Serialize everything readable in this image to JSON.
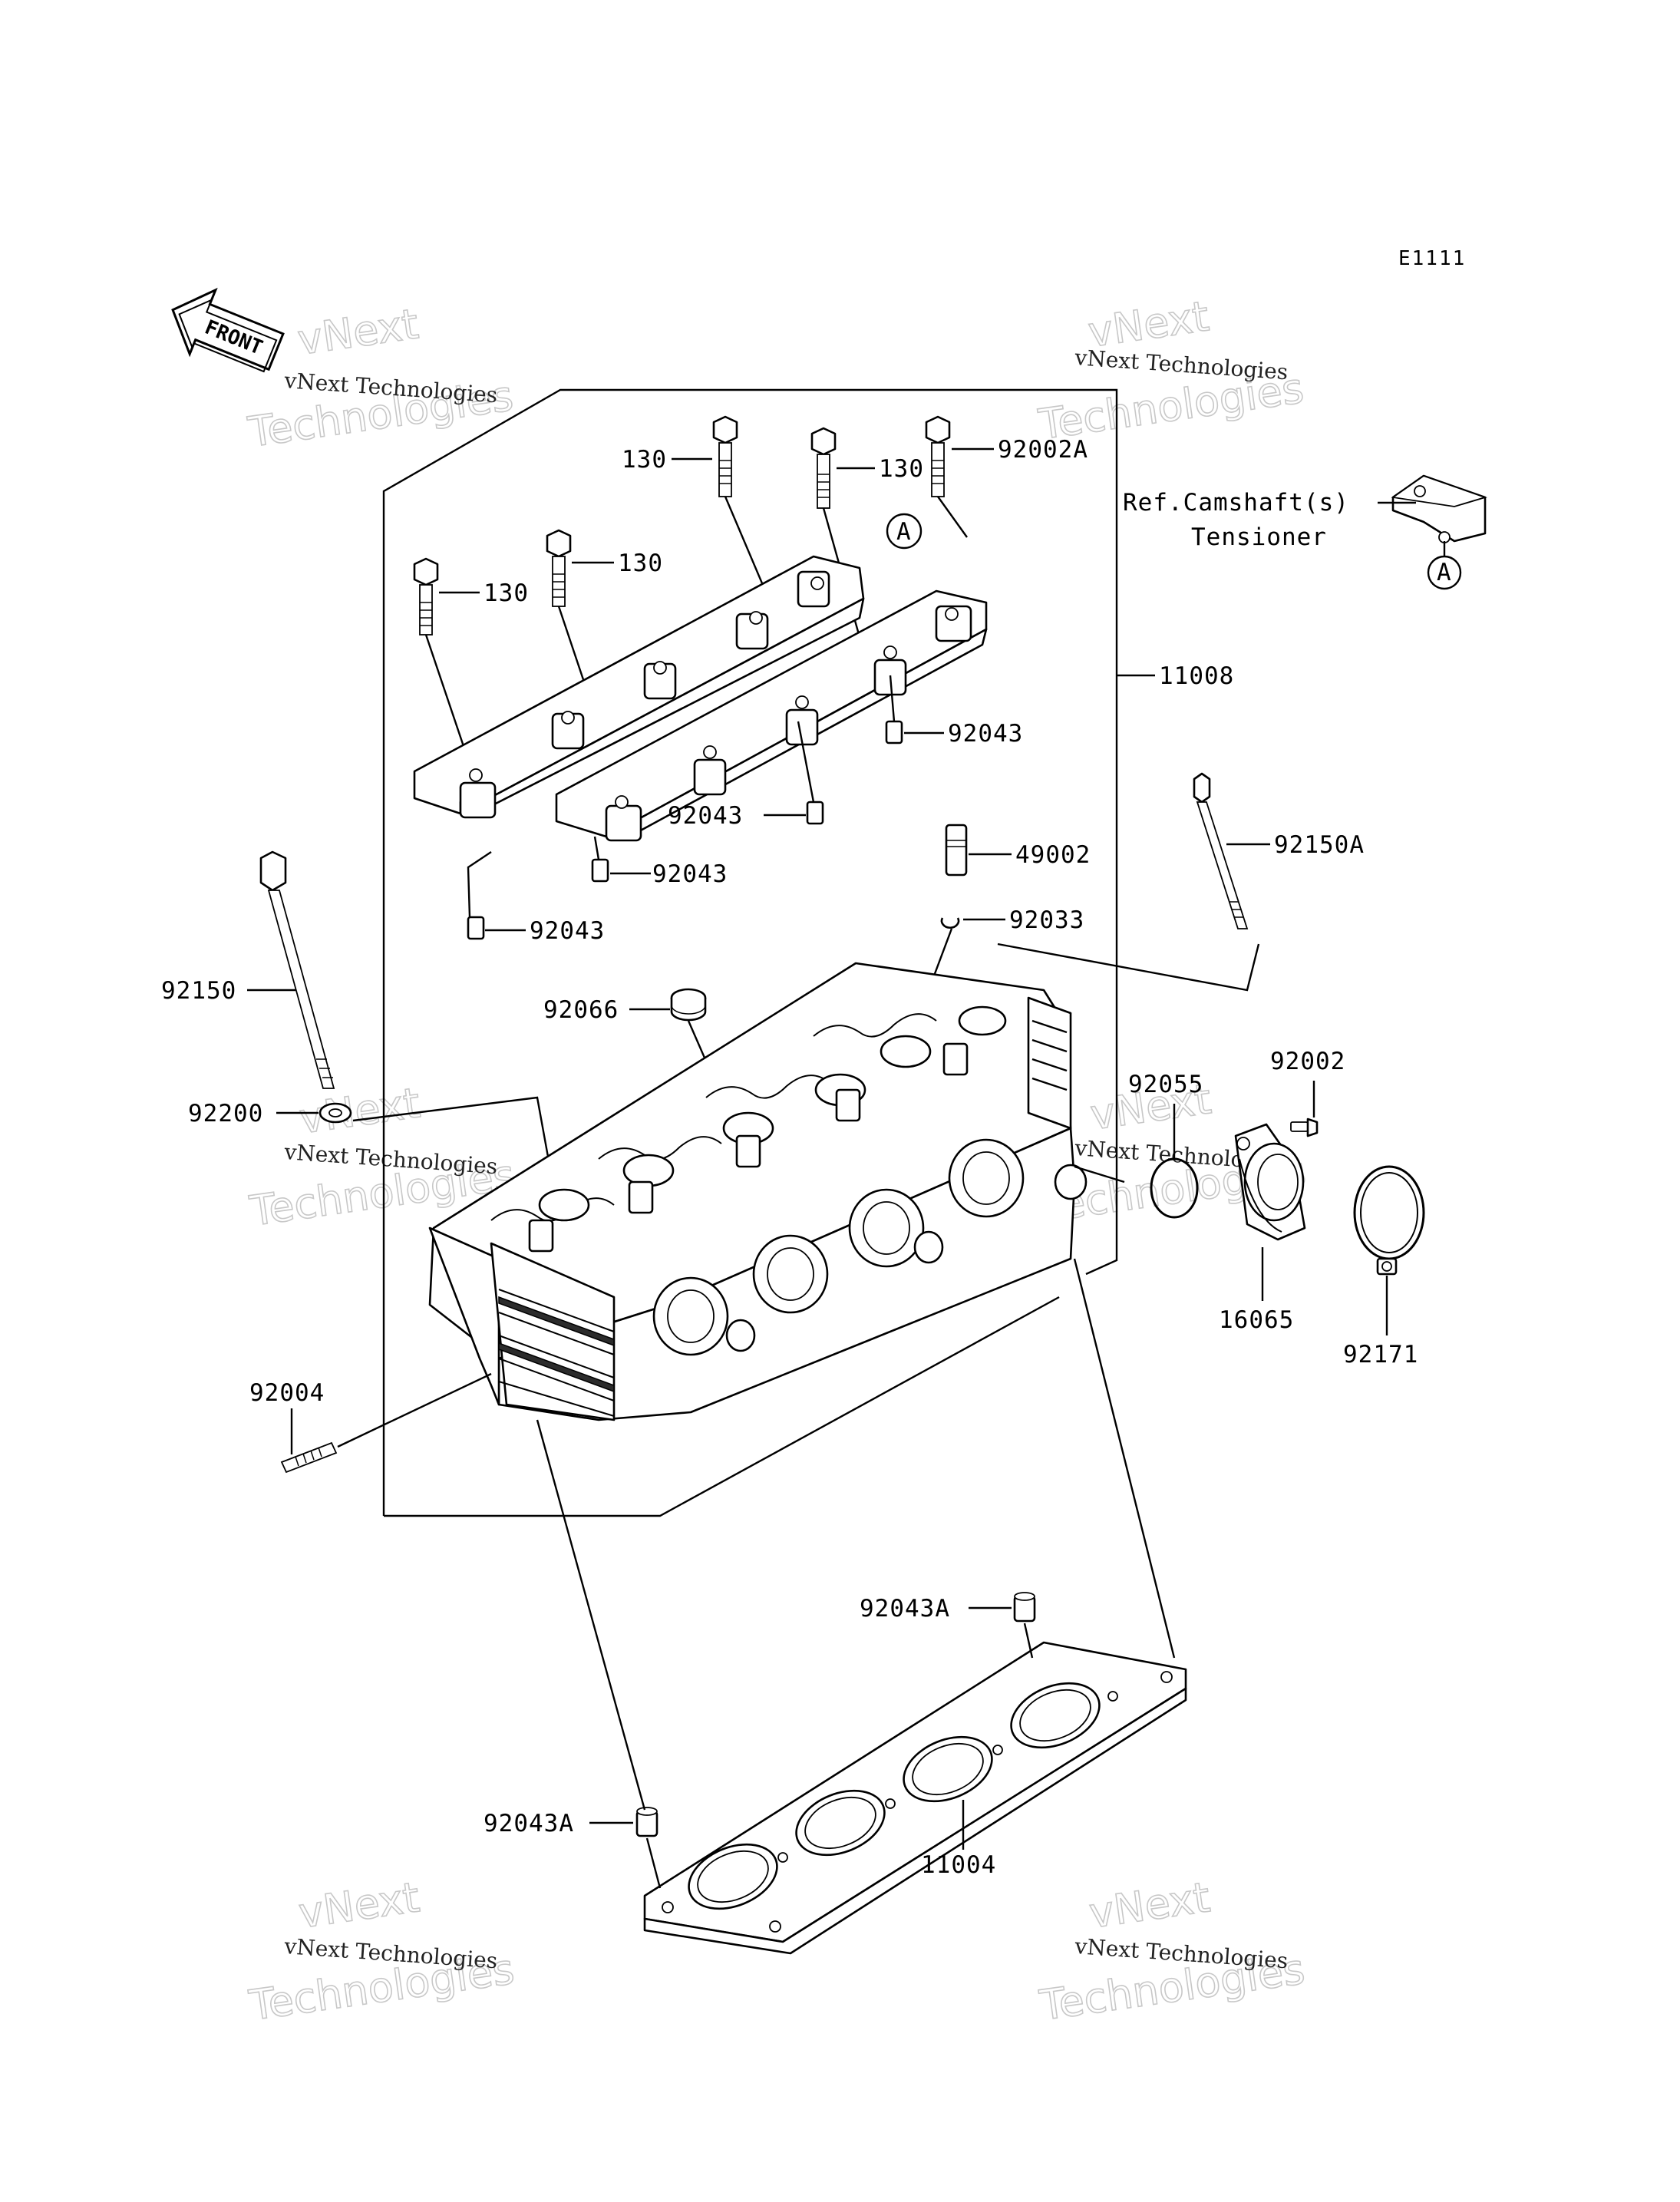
{
  "diagram_code": "E1111",
  "front_arrow_label": "FRONT",
  "watermark": {
    "brand_top": "vNext",
    "brand_bottom": "Technologies",
    "caption": "vNext Technologies"
  },
  "reference": {
    "line1": "Ref.Camshaft(s)",
    "line2": "Tensioner",
    "marker": "A"
  },
  "marker_a": "A",
  "callouts": [
    "130",
    "130",
    "92002A",
    "130",
    "130",
    "11008",
    "92043",
    "92043",
    "92043",
    "92043",
    "49002",
    "92033",
    "92150A",
    "92150",
    "92066",
    "92200",
    "92055",
    "92002",
    "16065",
    "92171",
    "92004",
    "92043A",
    "92043A",
    "11004"
  ]
}
